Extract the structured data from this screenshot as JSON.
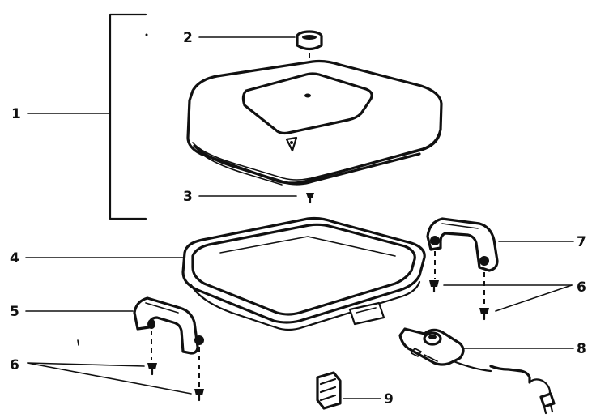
{
  "diagram": {
    "callouts": [
      {
        "id": "c1",
        "label": "1"
      },
      {
        "id": "c2",
        "label": "2"
      },
      {
        "id": "c3",
        "label": "3"
      },
      {
        "id": "c4",
        "label": "4"
      },
      {
        "id": "c5",
        "label": "5"
      },
      {
        "id": "c6a",
        "label": "6"
      },
      {
        "id": "c6b",
        "label": "6"
      },
      {
        "id": "c7",
        "label": "7"
      },
      {
        "id": "c8",
        "label": "8"
      },
      {
        "id": "c9",
        "label": "9"
      }
    ]
  }
}
